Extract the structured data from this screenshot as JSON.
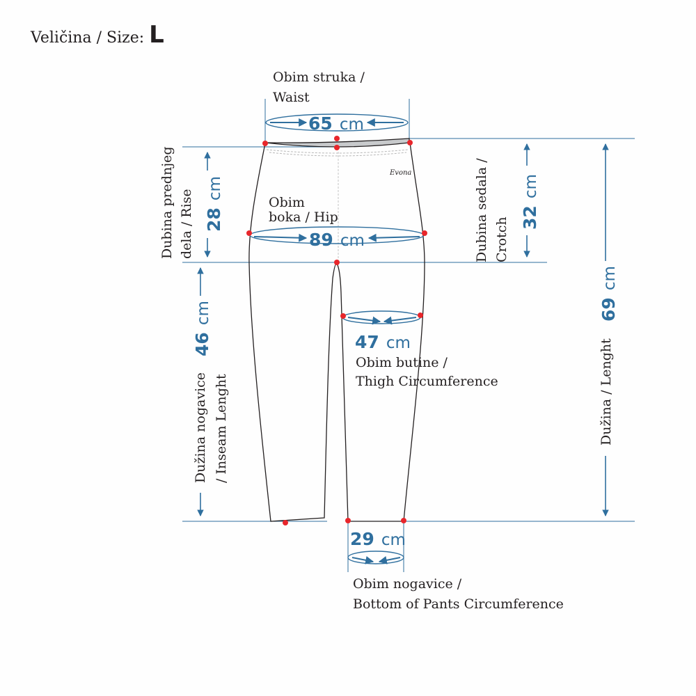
{
  "header": {
    "size_prefix": "Veličina / Size:",
    "size_value": "L"
  },
  "measurements": {
    "waist": {
      "label_1": "Obim struka /",
      "label_2": "Waist",
      "value": "65",
      "unit": "cm"
    },
    "hip": {
      "label_1": "Obim",
      "label_2": "boka / Hip",
      "value": "89",
      "unit": "cm"
    },
    "thigh": {
      "label_1": "Obim  butine /",
      "label_2": "Thigh  Circumference",
      "value": "47",
      "unit": "cm"
    },
    "bottom": {
      "label_1": "Obim nogavice /",
      "label_2": "Bottom of Pants Circumference",
      "value": "29",
      "unit": "cm"
    },
    "rise": {
      "label_1": "Dubina prednjeg",
      "label_2": "dela / Rise",
      "value": "28",
      "unit": "cm"
    },
    "crotch": {
      "label_1": "Dubina sedala /",
      "label_2": "Crotch",
      "value": "32",
      "unit": "cm"
    },
    "inseam": {
      "label_1": "Dužina nogavice",
      "label_2": "/ Inseam Lenght",
      "value": "46",
      "unit": "cm"
    },
    "length": {
      "label": "Dužina / Lenght",
      "value": "69",
      "unit": "cm"
    }
  },
  "brand_logo": "Evona",
  "colors": {
    "accent_blue": "#2f6f9e",
    "marker_red": "#e8262b",
    "outline": "#231f20"
  }
}
